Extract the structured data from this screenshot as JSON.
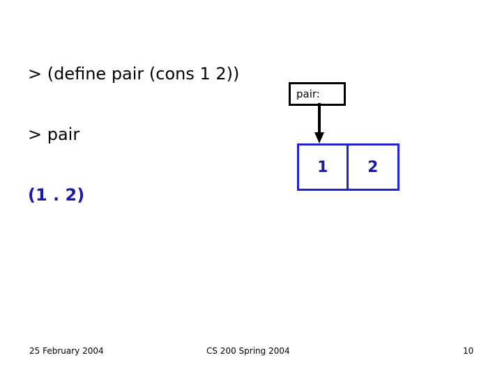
{
  "slide": {
    "code": {
      "lines": [
        {
          "text": "> (define pair (cons 1 2))",
          "style": "prompt"
        },
        {
          "text": "> pair",
          "style": "prompt"
        },
        {
          "text": "(1 . 2)",
          "style": "result"
        }
      ]
    },
    "diagram": {
      "pair_label": "pair:",
      "arrow": "down-arrow",
      "cons_cell": {
        "car": "1",
        "cdr": "2"
      },
      "colors": {
        "cell_border": "#2222cc",
        "cell_text": "#1a1aa8",
        "label_border": "#000000",
        "arrow": "#000000"
      }
    },
    "footer": {
      "date": "25 February 2004",
      "course": "CS 200 Spring 2004",
      "page": "10"
    }
  }
}
